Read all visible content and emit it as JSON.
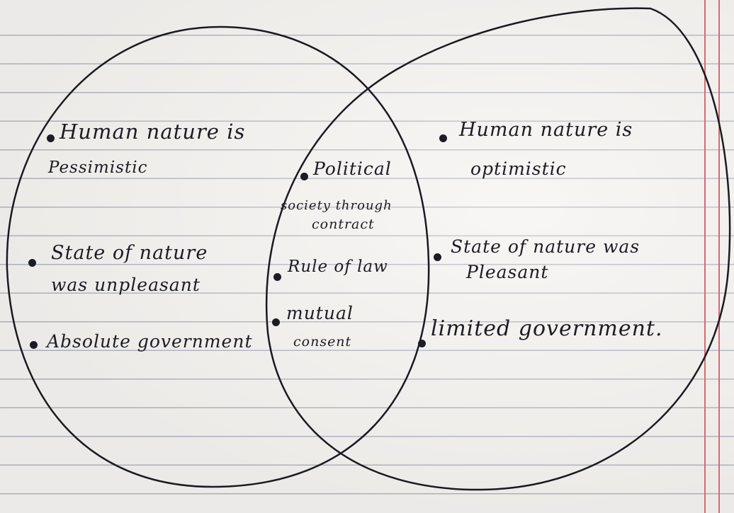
{
  "left_circle": {
    "items": [
      {
        "line1": "Human nature is",
        "line2": "Pessimistic"
      },
      {
        "line1": "State of nature",
        "line2": "was unpleasant"
      },
      {
        "line1": "Absolute government"
      }
    ]
  },
  "intersection": {
    "items": [
      {
        "line1": "Political",
        "line2": "society through",
        "line3": "contract"
      },
      {
        "line1": "Rule of law"
      },
      {
        "line1": "mutual",
        "line2": "consent"
      }
    ]
  },
  "right_circle": {
    "items": [
      {
        "line1": "Human nature is",
        "line2": "optimistic"
      },
      {
        "line1": "State of nature was",
        "line2": "Pleasant"
      },
      {
        "line1": "limited government."
      }
    ]
  },
  "colors": {
    "ink": "#1c1c24",
    "margin": "#d86a6f",
    "rules": "#7882a0",
    "paper": "#f4f2ef"
  }
}
